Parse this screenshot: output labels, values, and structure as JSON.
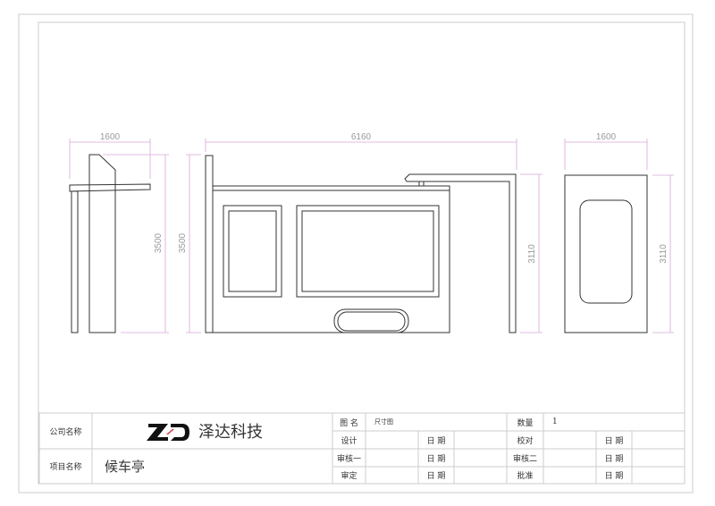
{
  "dimensions": {
    "side_width": "1600",
    "side_height": "3500",
    "front_height_left": "3500",
    "front_width": "6160",
    "front_height_right": "3110",
    "back_width": "1600",
    "back_height": "3110"
  },
  "title_block": {
    "company_label": "公司名称",
    "company_name": "泽达科技",
    "logo_text": "ZD",
    "project_label": "项目名称",
    "project_name": "候车亭",
    "drawing_name_label": "图 名",
    "drawing_name": "尺寸图",
    "quantity_label": "数量",
    "quantity": "1",
    "design_label": "设计",
    "check_label": "校对",
    "review1_label": "审核一",
    "review2_label": "审核二",
    "approve_label": "审定",
    "ratify_label": "批准",
    "date_label": "日 期"
  },
  "colors": {
    "dimension": "#d9a6d9",
    "logo_red": "#d8232a"
  }
}
